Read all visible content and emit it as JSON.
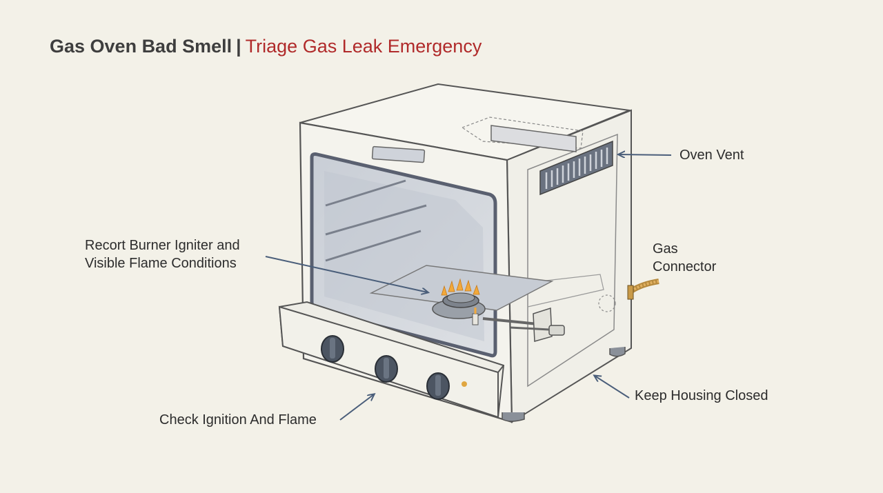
{
  "header": {
    "title_main": "Gas Oven Bad Smell",
    "title_separator": "|",
    "title_sub": "Triage Gas Leak Emergency"
  },
  "callouts": {
    "oven_vent": "Oven Vent",
    "gas_connector_line1": "Gas",
    "gas_connector_line2": "Connector",
    "burner_line1": "Recort Burner Igniter and",
    "burner_line2": "Visible Flame Conditions",
    "ignition": "Check Ignition And Flame",
    "housing": "Keep Housing Closed"
  },
  "colors": {
    "background": "#f3f1e8",
    "title_sub": "#b02a2a",
    "arrow": "#4a5e7a",
    "outline": "#555555"
  },
  "icons": [
    "flame-icon",
    "control-knob-icon",
    "vent-grille-icon",
    "gas-hose-icon"
  ]
}
